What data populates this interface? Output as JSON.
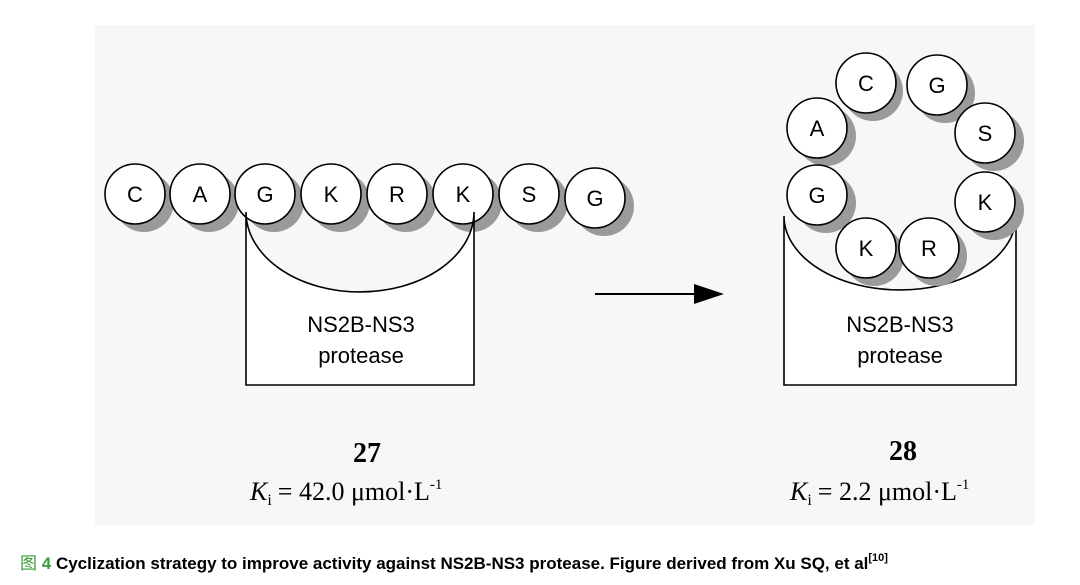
{
  "left": {
    "chain": [
      "C",
      "A",
      "G",
      "K",
      "R",
      "K",
      "S",
      "G"
    ],
    "protease_line1": "NS2B-NS3",
    "protease_line2": "protease",
    "compound_number": "27",
    "ki_label": "K",
    "ki_sub": "i",
    "ki_value": "= 42.0 μmol·L",
    "ki_exp": "-1"
  },
  "right": {
    "ring": [
      "C",
      "G",
      "A",
      "S",
      "G",
      "K",
      "K",
      "R"
    ],
    "protease_line1": "NS2B-NS3",
    "protease_line2": "protease",
    "compound_number": "28",
    "ki_label": "K",
    "ki_sub": "i",
    "ki_value": "= 2.2 μmol·L",
    "ki_exp": "-1"
  },
  "caption": {
    "prefix": "图",
    "number": "4",
    "text": "Cyclization strategy to improve activity against NS2B-NS3 protease. Figure derived from Xu SQ, et al",
    "ref": "[10]"
  }
}
